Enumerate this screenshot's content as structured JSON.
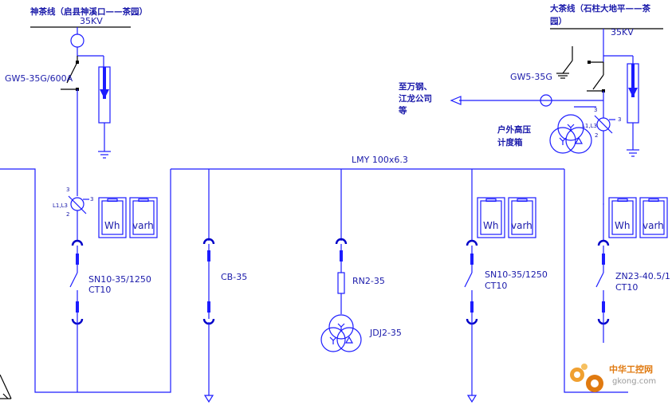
{
  "feeders": {
    "left": {
      "title_line1": "神茶线（启县神溪口——茶园）",
      "voltage": "35KV",
      "isolator": "GW5-35G/600A"
    },
    "right": {
      "title_line1": "大茶线（石柱大地平——茶",
      "title_line2": "园）",
      "voltage": "35KV",
      "isolator": "GW5-35G"
    }
  },
  "outgoing": {
    "label_line1": "至万钢、",
    "label_line2": "江龙公司",
    "label_line3": "等"
  },
  "metering_box": {
    "label_line1": "户外高压",
    "label_line2": "计度箱"
  },
  "busbar": {
    "label": "LMY 100x6.3"
  },
  "ct": {
    "label_taps": "L1,L3",
    "label_3": "3",
    "label_2": "2"
  },
  "meters": {
    "wh": "Wh",
    "varh": "varh"
  },
  "breakers": {
    "incomer_left": {
      "model": "SN10-35/1250",
      "mechanism": "CT10"
    },
    "cb": {
      "model": "CB-35"
    },
    "fuse": {
      "model": "RN2-35"
    },
    "pt": {
      "model": "JDJ2-35"
    },
    "feeder": {
      "model": "SN10-35/1250",
      "mechanism": "CT10"
    },
    "incomer_right": {
      "model": "ZN23-40.5/1",
      "mechanism": "CT10"
    }
  },
  "watermark": {
    "brand": "中华工控网",
    "url": "gkong.com",
    "brand_color": "#e07a10"
  }
}
